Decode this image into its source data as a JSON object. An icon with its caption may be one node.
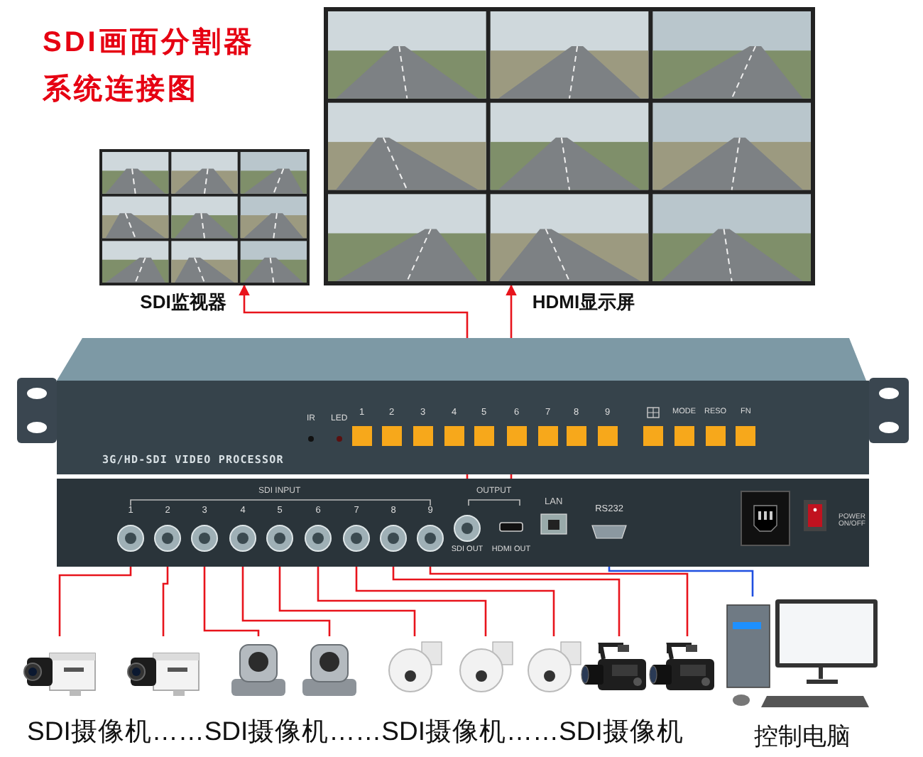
{
  "diagram": {
    "title": "SDI画面分割器系统连接图",
    "nodes": [
      {
        "text": [
          "3G/HD-SDI VIDEO PROCESSOR"
        ]
      },
      {
        "text": [
          "1"
        ],
        "in": 0
      },
      {
        "text": [
          "2"
        ],
        "in": 0
      },
      {
        "text": [
          "3"
        ],
        "in": 0
      },
      {
        "text": [
          "4"
        ],
        "in": 0
      },
      {
        "text": [
          "5"
        ],
        "in": 0
      },
      {
        "text": [
          "6"
        ],
        "in": 0
      },
      {
        "text": [
          "7"
        ],
        "in": 0
      },
      {
        "text": [
          "8"
        ],
        "in": 0
      },
      {
        "text": [
          "9"
        ],
        "in": 0
      },
      {
        "text": [
          "SDI OUT"
        ],
        "in": 0
      },
      {
        "text": [
          "HDMI OUT"
        ],
        "in": 0
      },
      {
        "text": [
          "RS232"
        ],
        "in": 0
      },
      {
        "text": [
          "SDI监视器"
        ]
      },
      {
        "text": [
          "HDMI显示屏"
        ]
      },
      {
        "text": [
          "控制电脑"
        ]
      },
      {
        "text": [],
        "shape": "picture"
      },
      {
        "text": [],
        "shape": "picture"
      },
      {
        "text": [],
        "shape": "picture"
      },
      {
        "text": [],
        "shape": "picture"
      },
      {
        "text": [],
        "shape": "picture"
      },
      {
        "text": [],
        "shape": "picture"
      },
      {
        "text": [],
        "shape": "picture"
      },
      {
        "text": [],
        "shape": "picture"
      },
      {
        "text": [],
        "shape": "picture"
      }
    ],
    "edges": [
      {
        "from": 16,
        "to": 1,
        "arrow": "to"
      },
      {
        "from": 17,
        "to": 2,
        "arrow": "to"
      },
      {
        "from": 18,
        "to": 3,
        "arrow": "to"
      },
      {
        "from": 19,
        "to": 4,
        "arrow": "to"
      },
      {
        "from": 20,
        "to": 5,
        "arrow": "to"
      },
      {
        "from": 21,
        "to": 6,
        "arrow": "to"
      },
      {
        "from": 22,
        "to": 7,
        "arrow": "to"
      },
      {
        "from": 23,
        "to": 8,
        "arrow": "to"
      },
      {
        "from": 24,
        "to": 9,
        "arrow": "to"
      },
      {
        "from": 10,
        "to": 13,
        "arrow": "to"
      },
      {
        "from": 11,
        "to": 14,
        "arrow": "to"
      },
      {
        "from": 12,
        "to": 15,
        "arrow": "none",
        "color": "#1f4fe0"
      }
    ],
    "labels": [
      "IR",
      "LED",
      "1",
      "2",
      "3",
      "4",
      "5",
      "6",
      "7",
      "8",
      "9",
      "MODE",
      "RESO",
      "FN",
      "SDI INPUT",
      "OUTPUT",
      "LAN",
      "POWER ON/OFF",
      "SDI摄像机……SDI摄像机……SDI摄像机……SDI摄像机"
    ]
  }
}
